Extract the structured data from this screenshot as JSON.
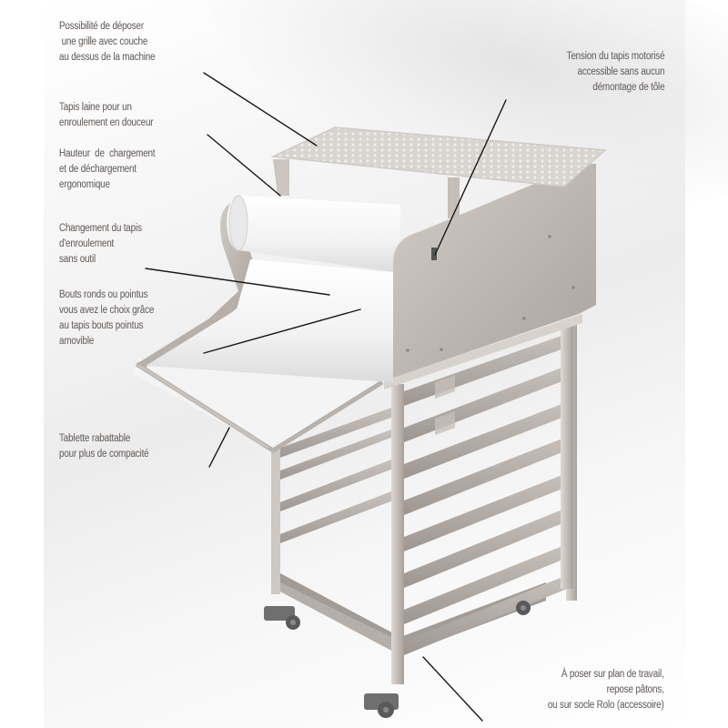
{
  "diagram": {
    "subject": "Laminoir / façonneuse sur socle chariot à glissières",
    "annotations": [
      {
        "id": "grille",
        "lines": [
          "Possibilité de déposer",
          " une grille avec couche",
          "au dessus de la machine"
        ]
      },
      {
        "id": "tension",
        "lines": [
          "Tension du tapis motorisé",
          "accessible sans aucun",
          "démontage de tôle"
        ]
      },
      {
        "id": "tapis-laine",
        "lines": [
          "Tapis laine pour un",
          "enroulement en douceur"
        ]
      },
      {
        "id": "hauteur",
        "lines": [
          "Hauteur  de  chargement",
          "et de déchargement",
          "ergonomique"
        ]
      },
      {
        "id": "changement",
        "lines": [
          "Changement du tapis",
          "d'enroulement",
          "sans outil"
        ]
      },
      {
        "id": "bouts",
        "lines": [
          "Bouts ronds ou pointus",
          "vous avez le choix grâce",
          "au tapis bouts pointus",
          "amovible"
        ]
      },
      {
        "id": "tablette",
        "lines": [
          "Tablette rabattable",
          "pour plus de compacité"
        ]
      },
      {
        "id": "poser",
        "lines": [
          "À poser sur plan de travail,",
          "repose pâtons,",
          "ou sur socle Rolo (accessoire)"
        ]
      }
    ],
    "colors": {
      "label_text": "#6e6a6a",
      "leader_line": "#1a1a1a",
      "steel": "#b8b0aa",
      "steel_dark": "#8e8680",
      "belt": "#f7f7f7",
      "caster": "#6b6b6b"
    }
  }
}
